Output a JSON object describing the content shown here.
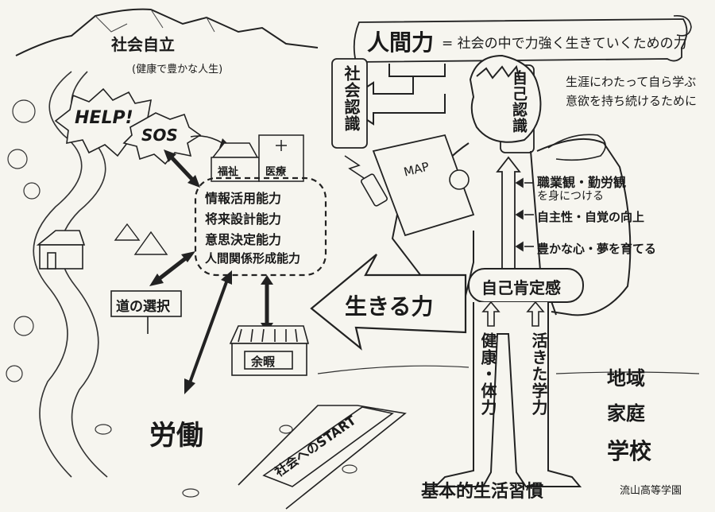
{
  "top": {
    "title": "社会自立",
    "subtitle": "(健康で豊かな人生)",
    "ningenryoku_title": "人間力",
    "ningenryoku_def": "= 社会の中で力強く生きていくための力"
  },
  "callouts": {
    "help": "HELP!",
    "sos": "SOS",
    "fukushi": "福祉",
    "iryo": "医療",
    "map": "MAP",
    "michi_no_sentaku": "道の選択",
    "yoka": "余暇"
  },
  "abilities": [
    "情報活用能力",
    "将来設計能力",
    "意思決定能力",
    "人間関係形成能力"
  ],
  "social_awareness": "社会認識",
  "self_awareness": "自己認識",
  "lifelong_learning": [
    "生涯にわたって自ら学ぶ",
    "意欲を持ち続けるために"
  ],
  "self_growth_items": [
    "職業観・勤労観",
    "を身につける",
    "自主性・自覚の向上",
    "豊かな心・夢を育てる"
  ],
  "self_esteem": "自己肯定感",
  "ikiru_chikara": "生きる力",
  "roudou": "労働",
  "start_path": "社会へのSTART",
  "legs": {
    "left": "健康・体力",
    "right": "活きた学力"
  },
  "community": [
    "地域",
    "家庭",
    "学校"
  ],
  "foundation": "基本的生活習慣",
  "credit": "流山高等学園"
}
